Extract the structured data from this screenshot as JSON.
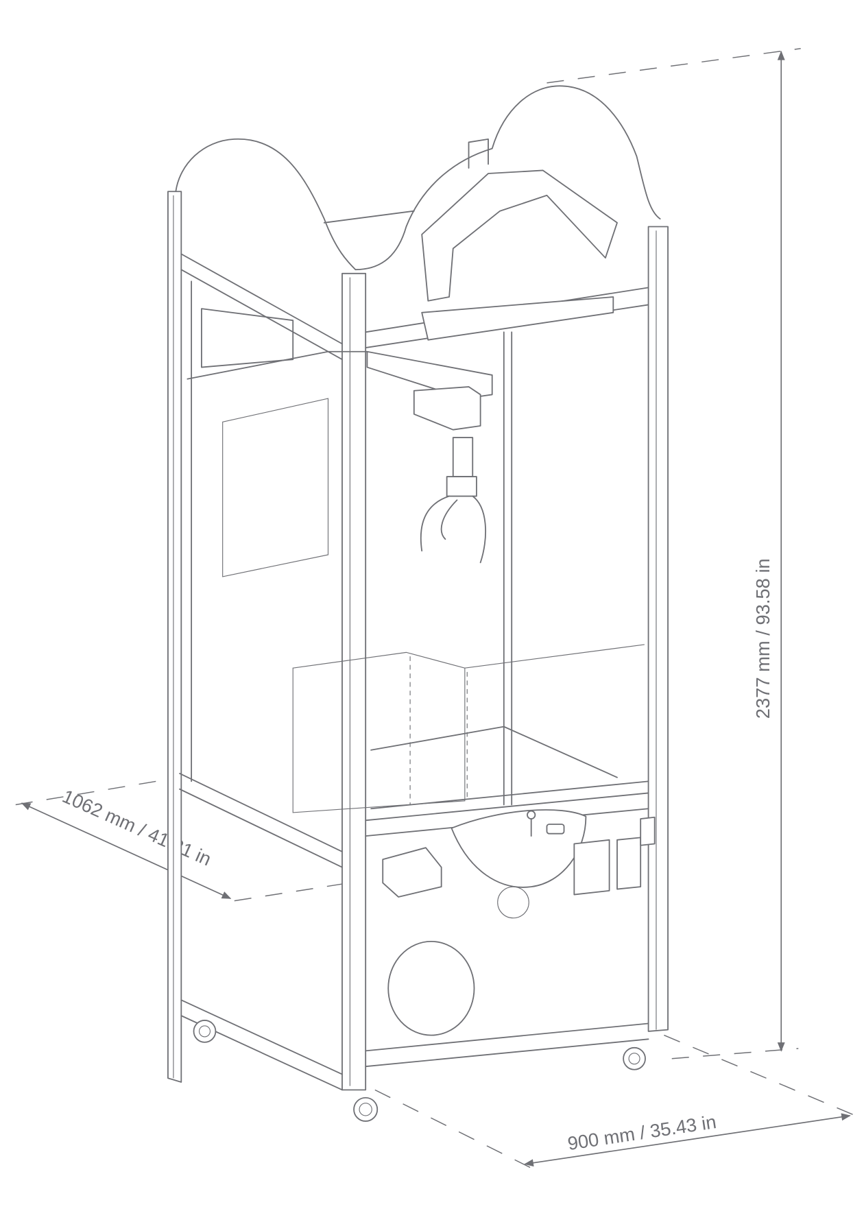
{
  "dimensions": {
    "height": "2377 mm / 93.58 in",
    "depth": "1062 mm / 41.81 in",
    "width": "900 mm / 35.43 in"
  },
  "colors": {
    "line": "#6f7075",
    "background": "#ffffff"
  }
}
